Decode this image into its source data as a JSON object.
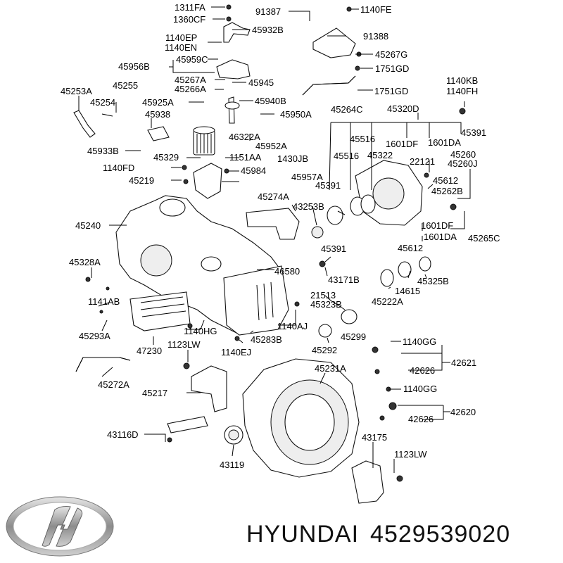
{
  "brand": {
    "name": "HYUNDAI",
    "part_number": "4529539020"
  },
  "labels": [
    "1311FA",
    "1360CF",
    "91387",
    "1140FE",
    "45932B",
    "91388",
    "1140EP",
    "1140EN",
    "45959C",
    "45267G",
    "45956B",
    "1751GD",
    "45267A",
    "45266A",
    "45945",
    "1751GD",
    "45253A",
    "45255",
    "45925A",
    "45940B",
    "45254",
    "45264C",
    "45320D",
    "1140KB",
    "1140FH",
    "45938",
    "45950A",
    "46322A",
    "45516",
    "45391",
    "45952A",
    "1601DF",
    "1601DA",
    "45933B",
    "45329",
    "1151AA",
    "1430JB",
    "45516",
    "45322",
    "22121",
    "45260",
    "45260J",
    "1140FD",
    "45984",
    "45219",
    "45957A",
    "45391",
    "45612",
    "45262B",
    "45274A",
    "43253B",
    "45240",
    "1601DF",
    "1601DA",
    "45265C",
    "45612",
    "45391",
    "45328A",
    "46580",
    "43171B",
    "45325B",
    "14615",
    "21513",
    "45323B",
    "45222A",
    "1141AB",
    "45293A",
    "1140HG",
    "1140AJ",
    "45299",
    "45283B",
    "47230",
    "1140EJ",
    "45292",
    "1123LW",
    "1140GG",
    "45272A",
    "42621",
    "42626",
    "45231A",
    "45217",
    "1140GG",
    "42620",
    "42626",
    "43116D",
    "43175",
    "1123LW",
    "43119"
  ]
}
